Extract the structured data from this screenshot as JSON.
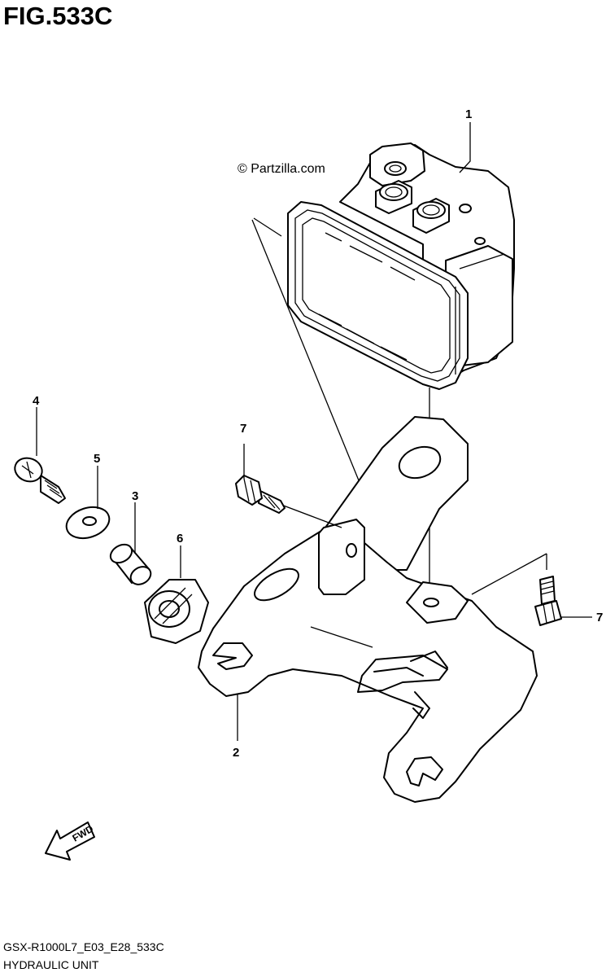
{
  "figure": {
    "title": "FIG.533C",
    "watermark": "© Partzilla.com",
    "model_code": "GSX-R1000L7_E03_E28_533C",
    "section_name": "HYDRAULIC UNIT",
    "direction_label": "FWD"
  },
  "callouts": [
    {
      "id": "1",
      "part": "hydraulic-unit"
    },
    {
      "id": "2",
      "part": "bracket"
    },
    {
      "id": "3",
      "part": "collar"
    },
    {
      "id": "4",
      "part": "bolt"
    },
    {
      "id": "5",
      "part": "washer"
    },
    {
      "id": "6",
      "part": "cushion"
    },
    {
      "id": "7",
      "part": "bolt-left"
    },
    {
      "id": "7",
      "part": "bolt-right"
    }
  ]
}
